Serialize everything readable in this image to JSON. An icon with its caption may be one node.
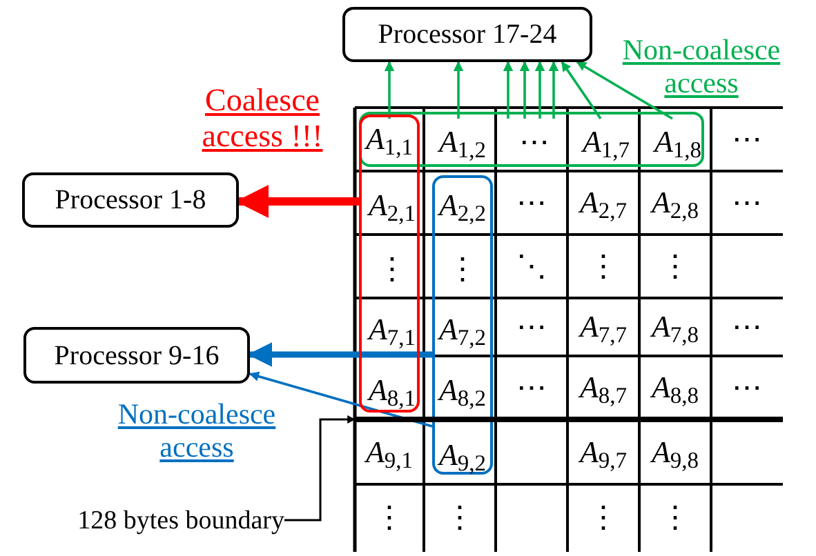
{
  "diagram": {
    "nodes": [
      {
        "text": [
          "Processor 17-24"
        ]
      },
      {
        "text": [],
        "shape": "box",
        "beside": [
          "Non-coalesce access"
        ]
      },
      {
        "text": [],
        "shape": "box",
        "beside": [
          "Coalesce access !!!"
        ]
      },
      {
        "text": [
          "Processor 1-8"
        ]
      },
      {
        "text": [],
        "shape": "box"
      },
      {
        "text": [
          "Processor 9-16"
        ]
      },
      {
        "text": [
          "128 bytes boundary"
        ]
      },
      {
        "text": [
          "*A*$_{1,1}$"
        ]
      },
      {
        "text": [
          "*A*$_{1,2}$"
        ],
        "in": 1
      },
      {
        "text": [
          "⋯"
        ],
        "in": 1
      },
      {
        "text": [
          "*A*$_{1,7}$"
        ],
        "in": 1
      },
      {
        "text": [
          "*A*$_{1,8}$"
        ],
        "in": 1
      },
      {
        "text": [
          "⋯"
        ]
      },
      {
        "text": [
          "*A*$_{2,1}$"
        ],
        "in": 2
      },
      {
        "text": [
          "*A*$_{2,2}$"
        ],
        "in": 4
      },
      {
        "text": [
          "⋯"
        ]
      },
      {
        "text": [
          "*A*$_{2,7}$"
        ]
      },
      {
        "text": [
          "*A*$_{2,8}$"
        ]
      },
      {
        "text": [
          "⋯"
        ]
      },
      {
        "text": [
          "⋮"
        ],
        "in": 2
      },
      {
        "text": [
          "⋮"
        ],
        "in": 4
      },
      {
        "text": [
          "⋱"
        ]
      },
      {
        "text": [
          "⋮"
        ]
      },
      {
        "text": [
          "⋮"
        ]
      },
      {
        "text": [
          "*A*$_{7,1}$"
        ],
        "in": 2
      },
      {
        "text": [
          "*A*$_{7,2}$"
        ],
        "in": 4
      },
      {
        "text": [
          "⋯"
        ]
      },
      {
        "text": [
          "*A*$_{7,7}$"
        ]
      },
      {
        "text": [
          "*A*$_{7,8}$"
        ]
      },
      {
        "text": [
          "⋯"
        ]
      },
      {
        "text": [
          "*A*$_{8,1}$"
        ],
        "in": 2
      },
      {
        "text": [
          "*A*$_{8,2}$"
        ],
        "in": 4
      },
      {
        "text": [
          "⋯"
        ]
      },
      {
        "text": [
          "*A*$_{8,7}$"
        ]
      },
      {
        "text": [
          "*A*$_{8,8}$"
        ]
      },
      {
        "text": [
          "⋯"
        ]
      },
      {
        "text": [
          "*A*$_{9,1}$"
        ]
      },
      {
        "text": [
          "*A*$_{9,2}$"
        ],
        "in": 4
      },
      {
        "text": [
          "*A*$_{9,7}$"
        ]
      },
      {
        "text": [
          "*A*$_{9,8}$"
        ]
      },
      {
        "text": [
          "⋮"
        ]
      },
      {
        "text": [
          "⋮"
        ]
      },
      {
        "text": [
          "⋮"
        ]
      },
      {
        "text": [
          "⋮"
        ]
      },
      {
        "text": [],
        "shape": "line"
      }
    ],
    "edges": [
      {
        "from": 7,
        "to": 0,
        "arrow": "to"
      },
      {
        "from": 8,
        "to": 0,
        "arrow": "to"
      },
      {
        "from": 9,
        "to": 0,
        "arrow": "to"
      },
      {
        "from": 9,
        "to": 0,
        "arrow": "to"
      },
      {
        "from": 9,
        "to": 0,
        "arrow": "to"
      },
      {
        "from": 9,
        "to": 0,
        "arrow": "to"
      },
      {
        "from": 10,
        "to": 0,
        "arrow": "to"
      },
      {
        "from": 11,
        "to": 0,
        "arrow": "to"
      },
      {
        "from": 2,
        "to": 3,
        "arrow": "to",
        "style": "thick",
        "color": "#ff0000"
      },
      {
        "from": 4,
        "to": 5,
        "arrow": "to",
        "style": "thick",
        "color": "#0070c0"
      },
      {
        "from": 4,
        "to": 5,
        "arrow": "to",
        "color": "#0070c0"
      },
      {
        "from": 6,
        "to": 44,
        "arrow": "to",
        "color": "#000000"
      }
    ],
    "labels": [
      "Non-coalesce access"
    ]
  }
}
